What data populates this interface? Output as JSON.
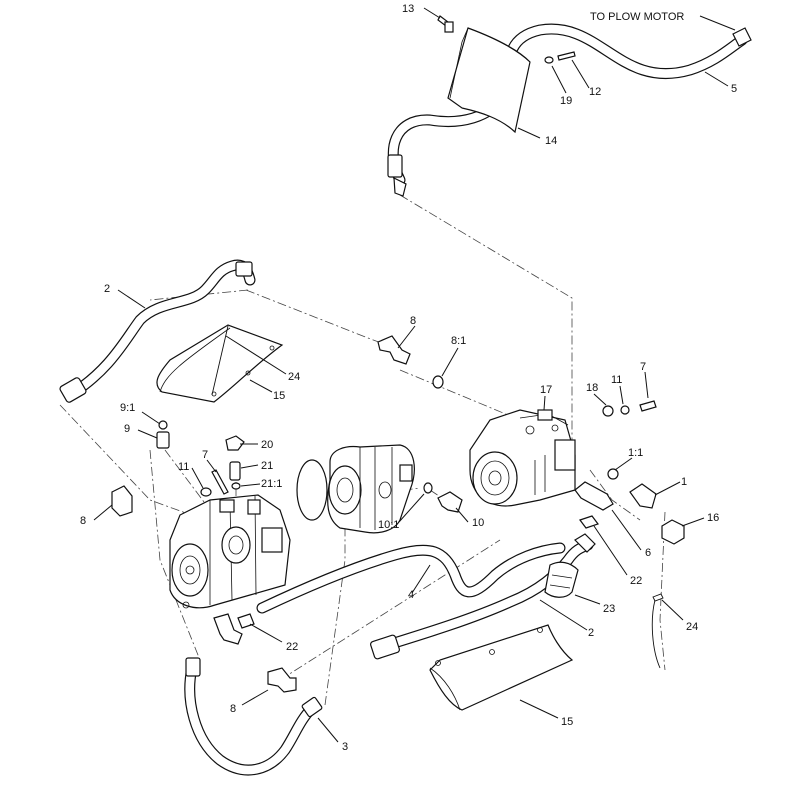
{
  "diagram": {
    "note_label": "TO PLOW MOTOR",
    "callouts": {
      "c1": "1",
      "c1_1": "1:1",
      "c2a": "2",
      "c2b": "2",
      "c3": "3",
      "c4": "4",
      "c5": "5",
      "c6": "6",
      "c7a": "7",
      "c7b": "7",
      "c8a": "8",
      "c8b": "8",
      "c8c": "8",
      "c8_1": "8:1",
      "c9": "9",
      "c9_1": "9:1",
      "c10": "10",
      "c10_1": "10:1",
      "c11a": "11",
      "c11b": "11",
      "c12": "12",
      "c13": "13",
      "c14": "14",
      "c15a": "15",
      "c15b": "15",
      "c16": "16",
      "c17": "17",
      "c18": "18",
      "c19": "19",
      "c20": "20",
      "c21": "21",
      "c21_1": "21:1",
      "c22a": "22",
      "c22b": "22",
      "c23": "23",
      "c24a": "24",
      "c24b": "24"
    }
  }
}
